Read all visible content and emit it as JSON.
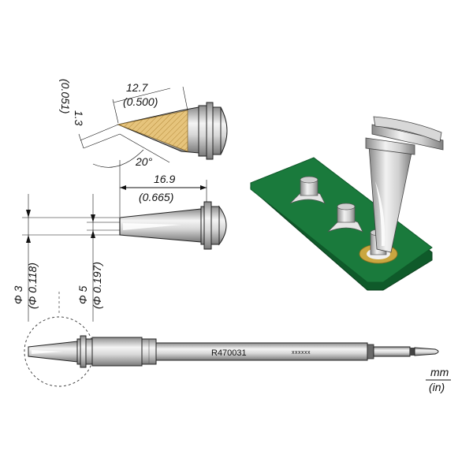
{
  "dimensions": {
    "d1_mm": "1.3",
    "d1_in": "(0.051)",
    "length_mm": "12.7",
    "length_in": "(0.500)",
    "angle": "20°",
    "tip_length_mm": "16.9",
    "tip_length_in": "(0.665)",
    "dia_small_mm": "Φ 3",
    "dia_small_in": "(Φ 0.118)",
    "dia_large_mm": "Φ 5",
    "dia_large_in": "(Φ 0.197)"
  },
  "cartridge": {
    "part_number": "R470031",
    "marking": "xxxxxx"
  },
  "units": {
    "mm": "mm",
    "in": "(in)"
  },
  "colors": {
    "pcb_green": "#1a7a3c",
    "pad_gold": "#c9a640",
    "bevel_gold": "#e6c47c",
    "steel": "#c8c8c8"
  }
}
